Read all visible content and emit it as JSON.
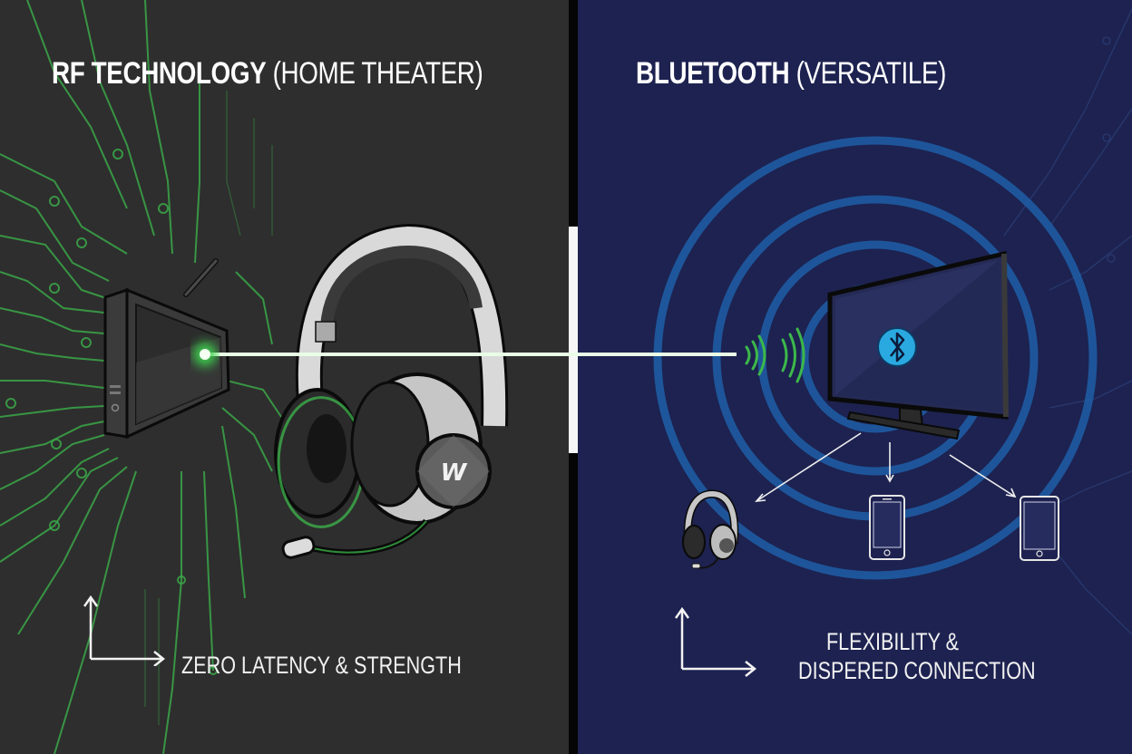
{
  "left_panel": {
    "title_bold": "RF TECHNOLOGY",
    "title_light": "(HOME THEATER)",
    "caption": "ZERO LATENCY & STRENGTH",
    "background_color": "#2e2e2e",
    "accent_color": "#3cc24a",
    "devices": [
      "rf-transmitter-box",
      "over-ear-headset"
    ],
    "headset_logo": "W"
  },
  "right_panel": {
    "title_bold": "BLUETOOTH",
    "title_light": "(VERSATILE)",
    "caption_line1": "FLEXIBILITY &",
    "caption_line2": "DISPERED CONNECTION",
    "background_color": "#1d2250",
    "ring_color": "#1f5fa8",
    "bluetooth_color": "#2aa9e0",
    "devices": [
      "tv-with-bluetooth",
      "headset",
      "smartphone",
      "tablet"
    ]
  },
  "signal_beam": {
    "color": "#7dff7d",
    "from": "rf-transmitter",
    "to": "bluetooth-waves"
  }
}
